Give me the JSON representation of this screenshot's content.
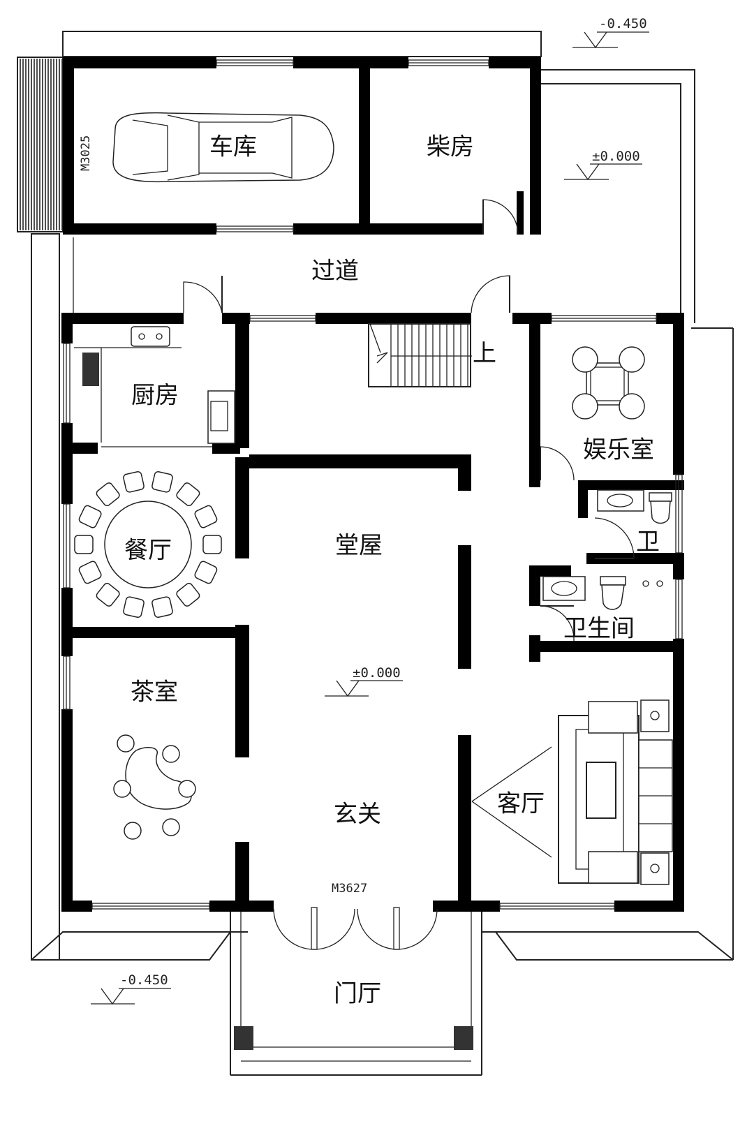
{
  "rooms": {
    "garage": "车库",
    "woodshed": "柴房",
    "corridor": "过道",
    "kitchen": "厨房",
    "entertainment": "娱乐室",
    "dining": "餐厅",
    "main_hall": "堂屋",
    "toilet": "卫",
    "bathroom": "卫生间",
    "tea_room": "茶室",
    "foyer": "玄关",
    "living_room": "客厅",
    "porch": "门厅"
  },
  "stair_label": "上",
  "elevations": {
    "top_right": "-0.450",
    "yard": "±0.000",
    "hall": "±0.000",
    "bottom_left": "-0.450"
  },
  "door_codes": {
    "garage_door": "M3025",
    "main_door": "M3627"
  }
}
